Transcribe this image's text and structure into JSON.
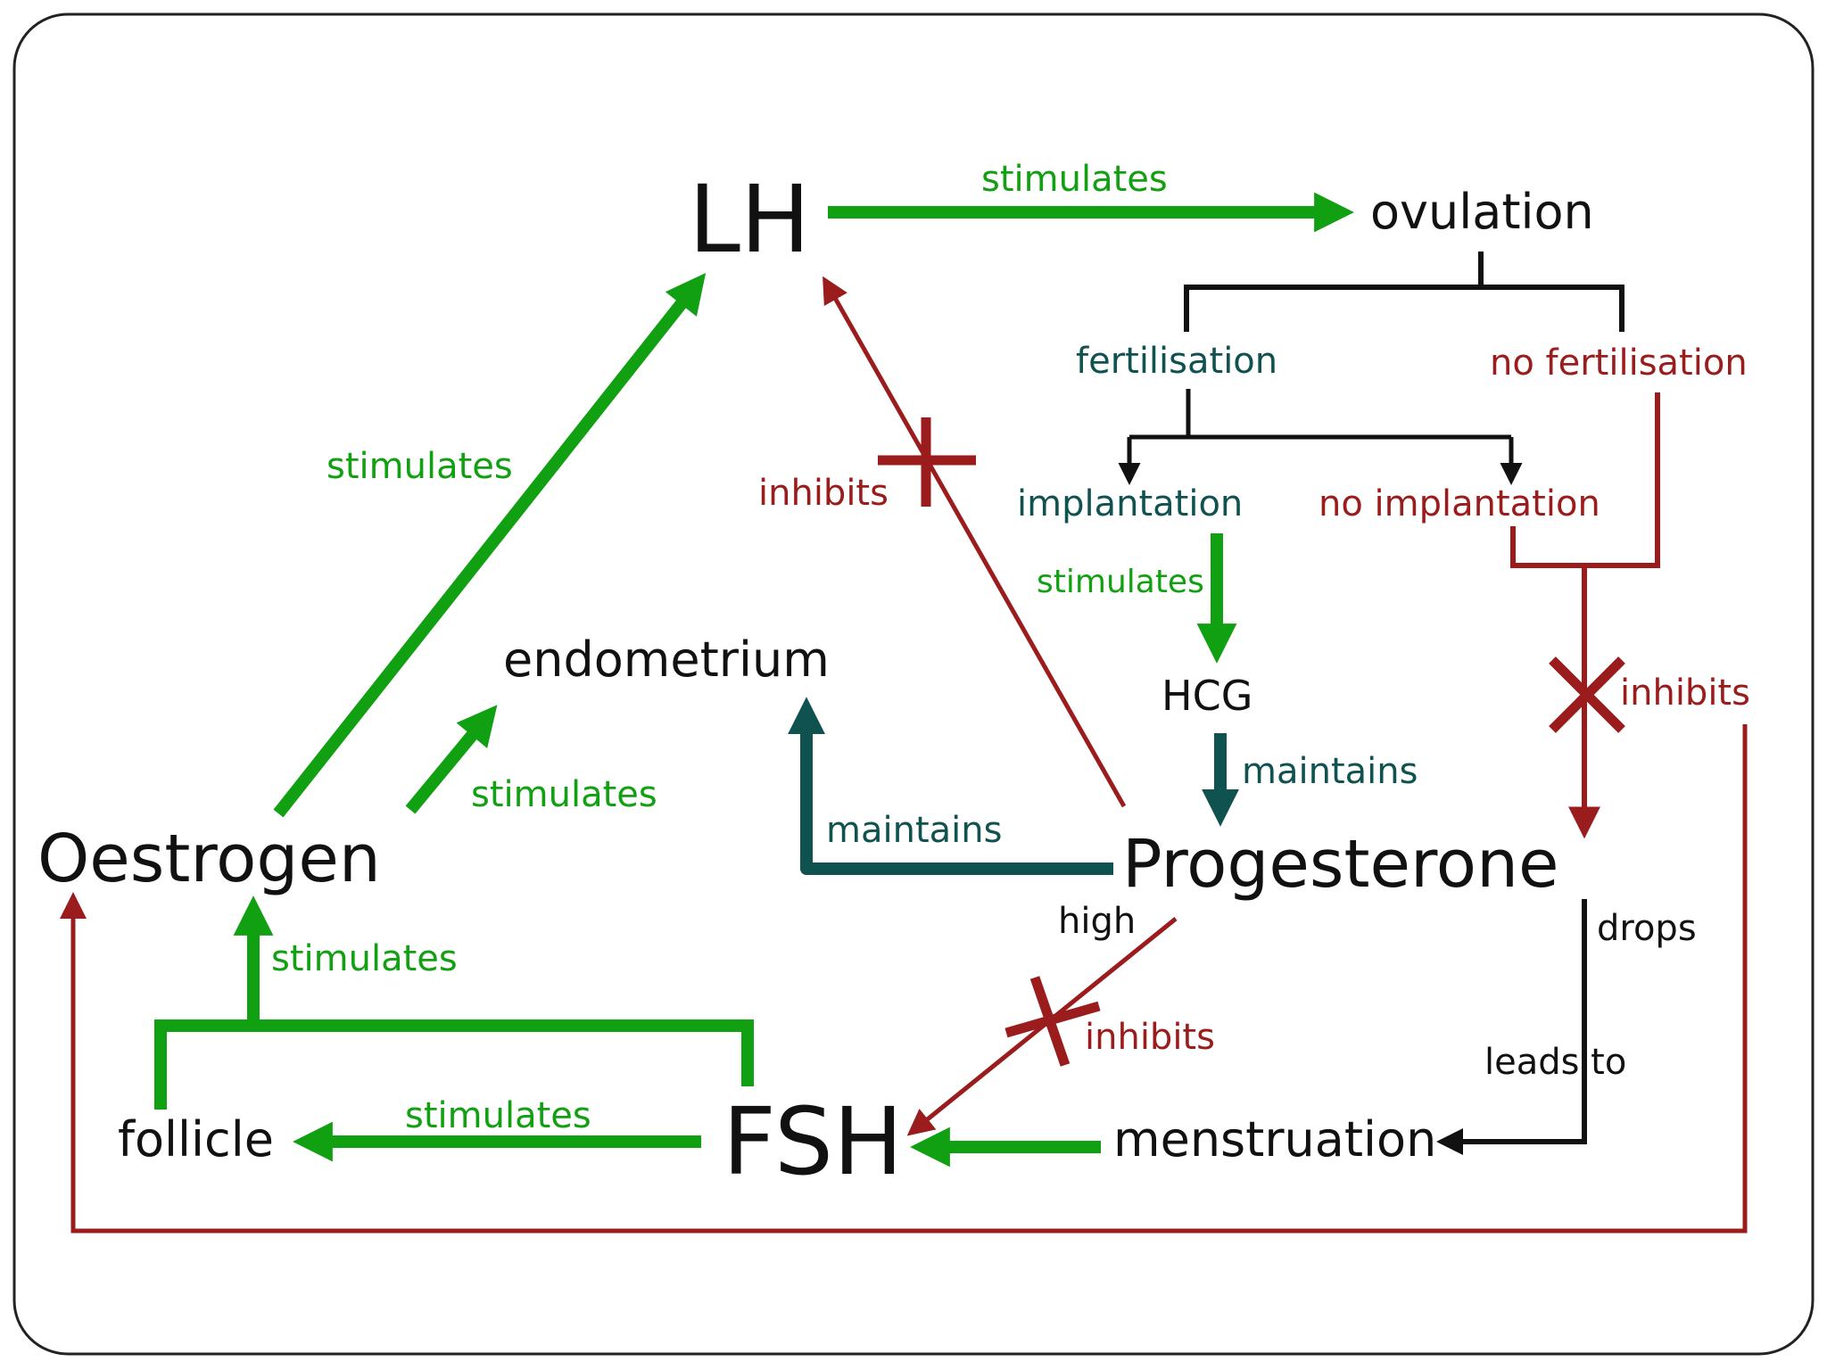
{
  "colors": {
    "green": "#11a011",
    "red": "#9b1c1c",
    "teal": "#10524f",
    "black": "#111111",
    "frame": "#222222"
  },
  "nodes": {
    "lh": "LH",
    "ovulation": "ovulation",
    "fertilisation": "fertilisation",
    "no_fertilisation": "no fertilisation",
    "implantation": "implantation",
    "no_implantation": "no implantation",
    "hcg": "HCG",
    "endometrium": "endometrium",
    "oestrogen": "Oestrogen",
    "progesterone": "Progesterone",
    "follicle": "follicle",
    "fsh": "FSH",
    "menstruation": "menstruation"
  },
  "labels": {
    "lh_ovulation": "stimulates",
    "oestrogen_lh": "stimulates",
    "progesterone_lh": "inhibits",
    "implantation_hcg": "stimulates",
    "hcg_progesterone": "maintains",
    "oestrogen_endometrium": "stimulates",
    "progesterone_endometrium": "maintains",
    "nofert_progesterone": "inhibits",
    "follicle_oestrogen": "stimulates",
    "progesterone_high": "high",
    "progesterone_fsh": "inhibits",
    "progesterone_drops": "drops",
    "drops_menstruation": "leads to",
    "fsh_follicle": "stimulates"
  }
}
